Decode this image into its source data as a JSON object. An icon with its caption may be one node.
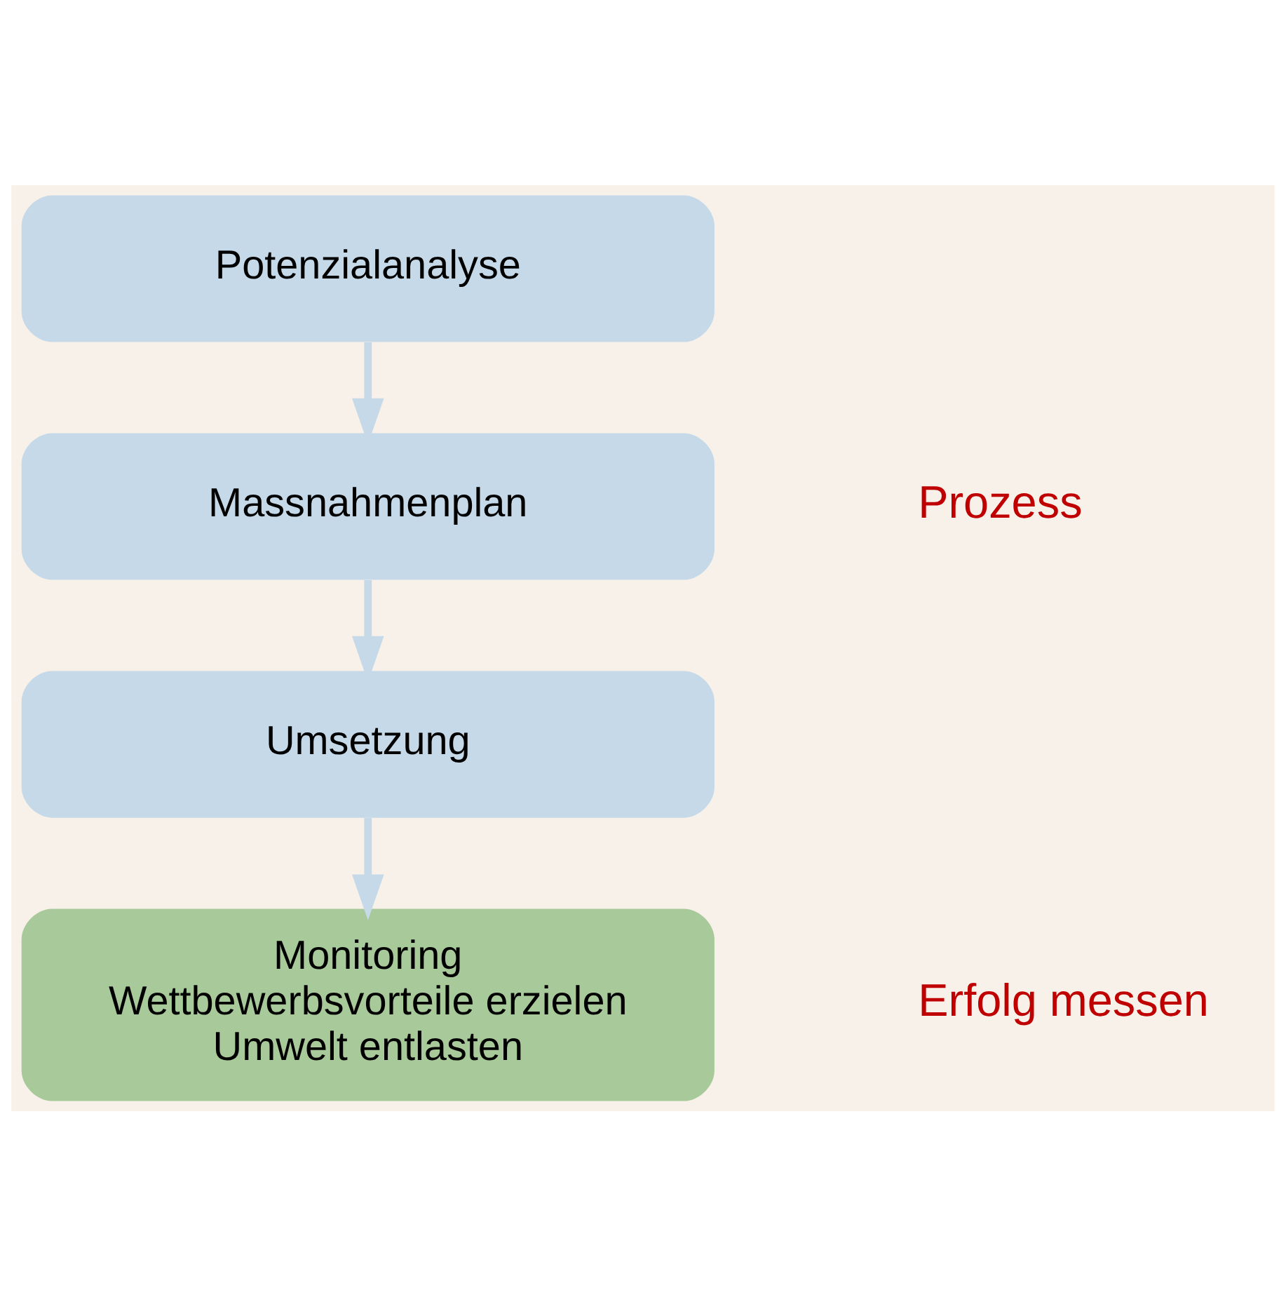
{
  "diagram": {
    "nodes": [
      {
        "text": [
          "Potenzialanalyse"
        ]
      },
      {
        "text": [
          "Massnahmenplan"
        ]
      },
      {
        "text": [
          "Umsetzung"
        ]
      },
      {
        "text": [
          "Monitoring",
          "Wettbewerbsvorteile erzielen",
          "Umwelt entlasten"
        ]
      }
    ],
    "edges": [
      {
        "from": 0,
        "to": 1,
        "arrow": "to"
      },
      {
        "from": 1,
        "to": 2,
        "arrow": "to"
      },
      {
        "from": 2,
        "to": 3,
        "arrow": "to"
      }
    ],
    "labels": [
      "Prozess",
      "Erfolg messen"
    ]
  }
}
